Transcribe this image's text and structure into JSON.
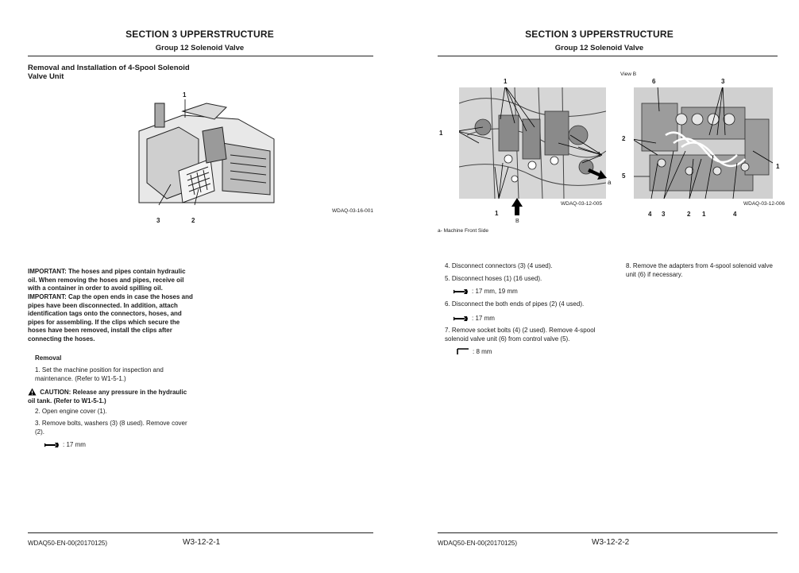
{
  "left": {
    "section_title": "SECTION 3 UPPERSTRUCTURE",
    "group_title": "Group 12 Solenoid Valve",
    "heading": "Removal and Installation of 4-Spool Solenoid Valve Unit",
    "figure_id": "WDAQ-03-16-001",
    "callouts": [
      "1",
      "3",
      "2"
    ],
    "important1_label": "IMPORTANT:",
    "important1_text": "The hoses and pipes contain hydraulic oil. When removing the hoses and pipes, receive oil with a container in order to avoid spilling oil.",
    "important2_label": "IMPORTANT:",
    "important2_text": "Cap the open ends in case the hoses and pipes have been disconnected. In addition, attach identification tags onto the connectors, hoses, and pipes for assembling. If the clips which secure the hoses have been removed, install the clips after connecting the hoses.",
    "removal_heading": "Removal",
    "step1": "1.  Set the machine position for inspection and maintenance. (Refer to W1-5-1.)",
    "caution_label": "CAUTION:",
    "caution_text": "Release any pressure in the hydraulic oil tank. (Refer to W1-5-1.)",
    "step2": "2.  Open engine cover (1).",
    "step3": "3.  Remove bolts, washers (3) (8 used). Remove cover (2).",
    "tool1": ": 17 mm",
    "footer_code": "WDAQ50-EN-00(20170125)",
    "footer_page": "W3-12-2-1"
  },
  "right": {
    "section_title": "SECTION 3 UPPERSTRUCTURE",
    "group_title": "Group 12 Solenoid Valve",
    "view_b": "View B",
    "fig1_id": "WDAQ-03-12-005",
    "fig2_id": "WDAQ-03-12-006",
    "legend_a": "a-    Machine Front Side",
    "label_a": "a",
    "label_b": "B",
    "fig1_callouts": [
      "1",
      "1",
      "1",
      "1"
    ],
    "fig2_callouts": [
      "6",
      "3",
      "2",
      "5",
      "1",
      "4",
      "3",
      "2",
      "1",
      "4"
    ],
    "step4": "4.  Disconnect connectors (3) (4 used).",
    "step5": "5.  Disconnect hoses (1) (16 used).",
    "tool5": ": 17 mm, 19 mm",
    "step6": "6.  Disconnect the both ends of pipes (2) (4 used).",
    "tool6": ": 17 mm",
    "step7": "7.  Remove socket bolts (4) (2 used). Remove 4-spool solenoid valve unit (6) from control valve (5).",
    "tool7": ": 8 mm",
    "step8": "8.  Remove the adapters from 4-spool solenoid valve unit (6) if necessary.",
    "footer_code": "WDAQ50-EN-00(20170125)",
    "footer_page": "W3-12-2-2"
  }
}
